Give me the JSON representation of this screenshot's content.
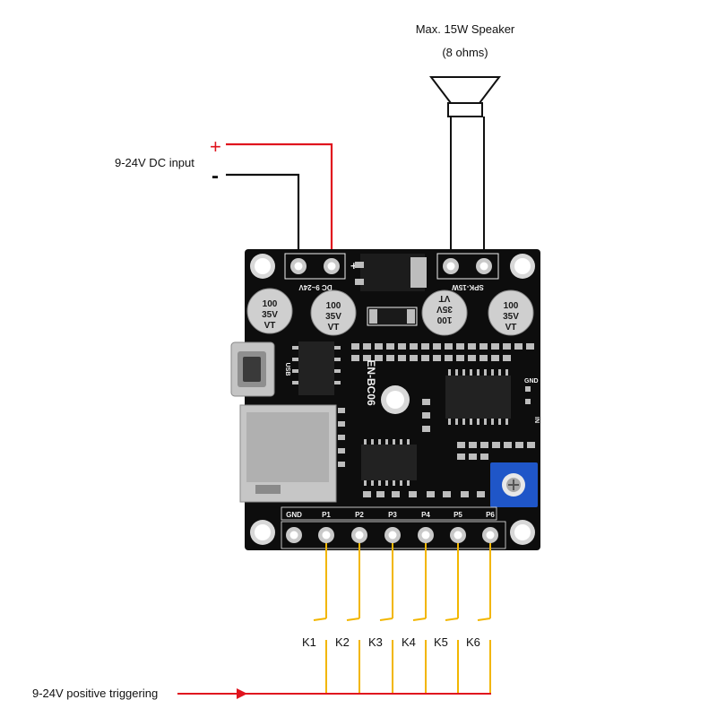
{
  "speaker": {
    "title": "Max. 15W Speaker",
    "subtitle": "(8 ohms)"
  },
  "power": {
    "label": "9-24V DC input",
    "plus": "+",
    "minus": "-"
  },
  "board": {
    "name": "EN-BC06",
    "dc_label": "DC 9~24V",
    "spk_label": "SPK-15W",
    "usb_label": "USB",
    "gnd_side": "GND",
    "in_side": "IN",
    "plus_mark": "+",
    "cap_values": [
      "100",
      "35V",
      "VT"
    ],
    "pin_labels": [
      "GND",
      "P1",
      "P2",
      "P3",
      "P4",
      "P5",
      "P6"
    ]
  },
  "switches": [
    "K1",
    "K2",
    "K3",
    "K4",
    "K5",
    "K6"
  ],
  "trigger": {
    "label": "9-24V positive triggering"
  },
  "colors": {
    "wire_red": "#e0141e",
    "wire_black": "#111111",
    "wire_yellow": "#f2b600",
    "pcb": "#0d0d0d",
    "pot_blue": "#1f56c8"
  }
}
